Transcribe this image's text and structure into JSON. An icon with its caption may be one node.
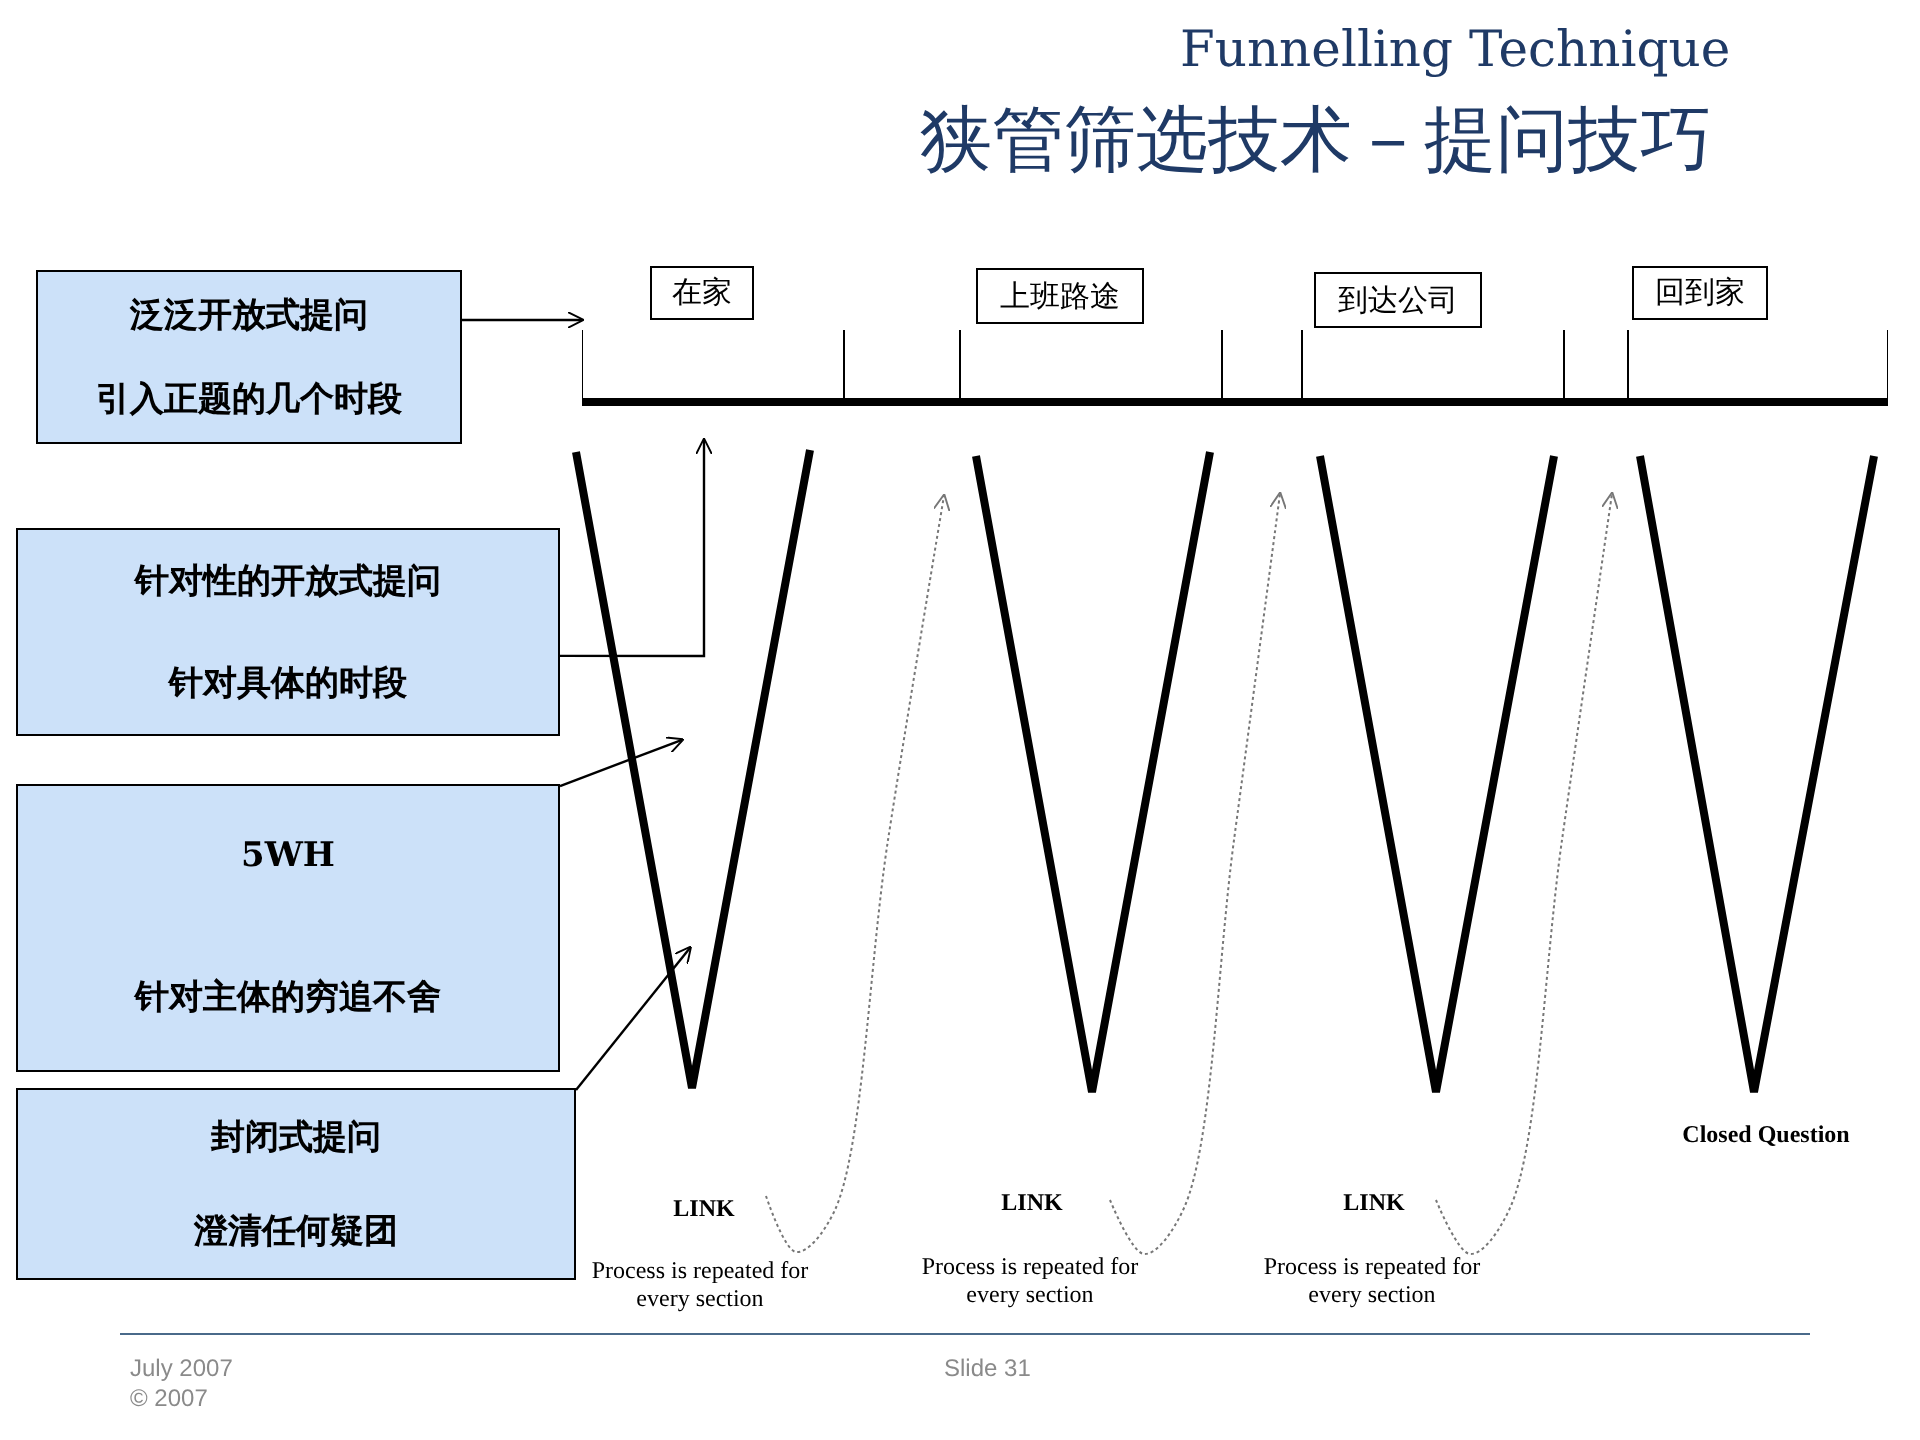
{
  "diagram": {
    "title": "狭管筛选技术－提问技巧",
    "nodes": [
      {
        "text": [
          "泛泛开放式提问",
          "引入正题的几个时段"
        ]
      },
      {
        "text": [
          "针对性的开放式提问",
          "针对具体的时段"
        ]
      },
      {
        "text": [
          "5WH",
          "针对主体的穷追不舍"
        ]
      },
      {
        "text": [
          "封闭式提问",
          "澄清任何疑团"
        ]
      },
      {
        "text": [
          "在家"
        ]
      },
      {
        "text": [
          "上班路途"
        ]
      },
      {
        "text": [
          "到达公司"
        ]
      },
      {
        "text": [
          "回到家"
        ]
      },
      {
        "text": [],
        "shape": "bar"
      },
      {
        "text": [],
        "shape": "funnel"
      },
      {
        "text": [],
        "shape": "funnel"
      },
      {
        "text": [],
        "shape": "funnel"
      },
      {
        "text": [],
        "shape": "funnel",
        "beside": [
          "Closed Question"
        ]
      }
    ],
    "edges": [
      {
        "from": 0,
        "to": 8,
        "arrow": "to"
      },
      {
        "from": 1,
        "to": 9,
        "arrow": "to"
      },
      {
        "from": 2,
        "to": 9,
        "arrow": "to"
      },
      {
        "from": 3,
        "to": 9,
        "arrow": "to"
      },
      {
        "from": null,
        "to": 10,
        "arrow": "to",
        "style": "dashed",
        "color": "#777777"
      },
      {
        "from": null,
        "to": 11,
        "arrow": "to",
        "style": "dashed",
        "color": "#777777"
      },
      {
        "from": null,
        "to": 12,
        "arrow": "to",
        "style": "dashed",
        "color": "#777777"
      }
    ],
    "labels": [
      "Funnelling Technique",
      "LINK",
      "Process is repeated for every section",
      "LINK",
      "Process is repeated for every section",
      "LINK",
      "Process is repeated for every section",
      "July 2007",
      "Slide 31",
      "© 2007"
    ]
  }
}
